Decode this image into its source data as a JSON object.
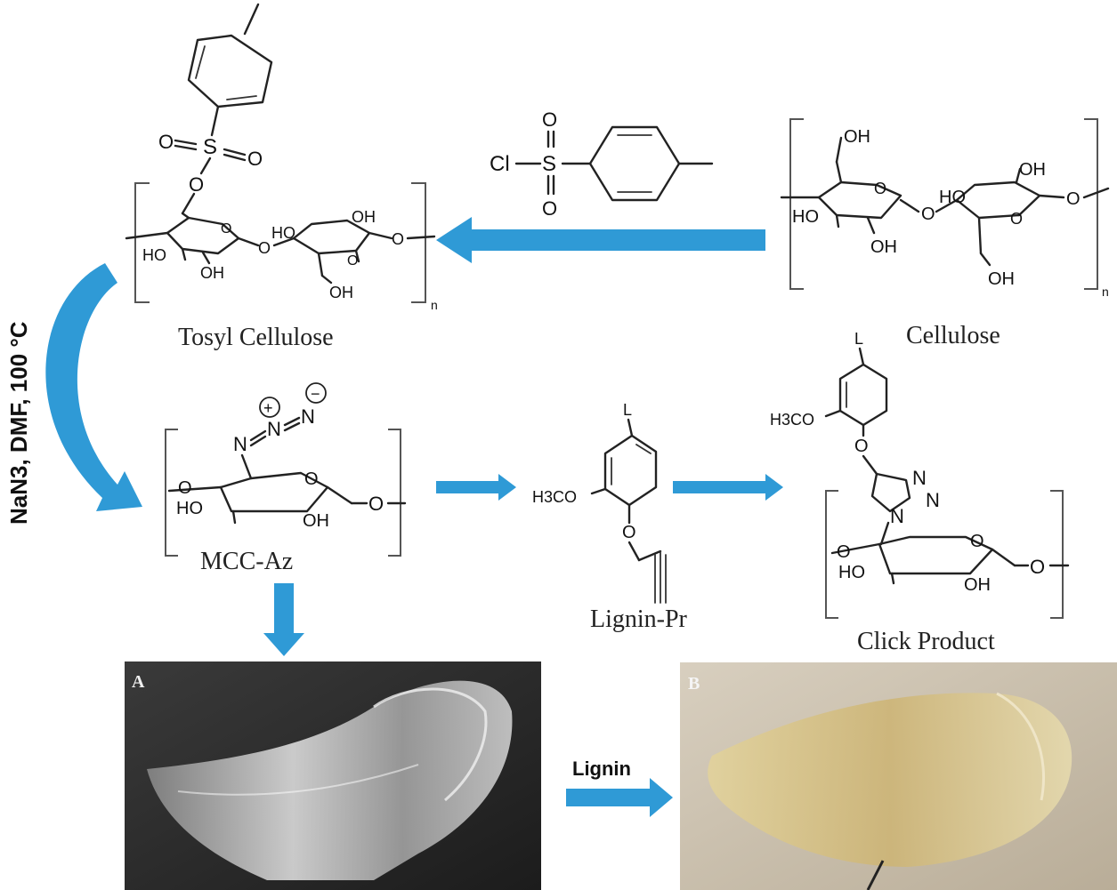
{
  "labels": {
    "tosyl_cellulose": "Tosyl Cellulose",
    "cellulose": "Cellulose",
    "mcc_az": "MCC-Az",
    "lignin_pr": "Lignin-Pr",
    "click_product": "Click Product",
    "reaction_conditions": "NaN3, DMF, 100 °C",
    "lignin_arrow": "Lignin",
    "photo_a": "A",
    "photo_b": "B"
  },
  "atoms": {
    "oh": "OH",
    "ho": "HO",
    "o": "O",
    "cl": "Cl",
    "s": "S",
    "l": "L",
    "h3co": "H3CO",
    "n": "N",
    "n_subscript": "n",
    "plus": "+",
    "minus": "−"
  },
  "colors": {
    "arrow_blue": "#2f9ad6",
    "photo_a_bg": "#2b2b2b",
    "photo_b_bg": "#c9bfae",
    "film_b": "#d9c48f"
  }
}
